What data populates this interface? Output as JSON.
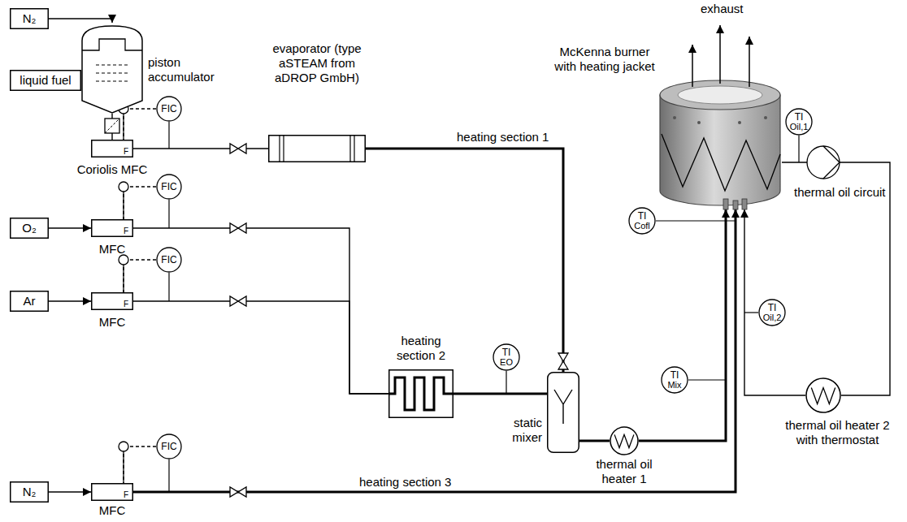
{
  "diagram": {
    "nodes": [
      {
        "text": [
          "N₂"
        ]
      },
      {
        "text": [
          "liquid fuel"
        ]
      },
      {
        "text": [
          "piston accumulator"
        ]
      },
      {
        "text": [
          "F",
          "Coriolis MFC"
        ]
      },
      {
        "text": [
          "FIC"
        ]
      },
      {
        "text": [
          "evaporator (type aSTEAM from aDROP GmbH)"
        ]
      },
      {
        "text": [
          "O₂"
        ]
      },
      {
        "text": [
          "F",
          "MFC"
        ]
      },
      {
        "text": [
          "FIC"
        ]
      },
      {
        "text": [
          "Ar"
        ]
      },
      {
        "text": [
          "F",
          "MFC"
        ]
      },
      {
        "text": [
          "FIC"
        ]
      },
      {
        "text": [
          "heating section 2"
        ]
      },
      {
        "text": [
          "TI",
          "EO"
        ]
      },
      {
        "text": [
          "static mixer"
        ]
      },
      {
        "text": [
          "thermal oil heater 1"
        ]
      },
      {
        "text": [
          "N₂"
        ]
      },
      {
        "text": [
          "F",
          "MFC"
        ]
      },
      {
        "text": [
          "FIC"
        ]
      },
      {
        "text": [
          "McKenna burner with heating jacket"
        ]
      },
      {
        "text": [
          "TI",
          "Cofl"
        ]
      },
      {
        "text": [
          "TI",
          "Oil,1"
        ]
      },
      {
        "text": [
          "TI",
          "Oil,2"
        ]
      },
      {
        "text": [
          "TI",
          "Mix"
        ]
      },
      {
        "text": [
          "thermal oil heater 2 with thermostat"
        ]
      }
    ],
    "edges": [
      {
        "from": 0,
        "to": 2,
        "arrow": "to"
      },
      {
        "from": 1,
        "to": 2,
        "arrow": "none"
      },
      {
        "from": 2,
        "to": 3,
        "arrow": "none"
      },
      {
        "from": 3,
        "to": 5,
        "arrow": "none"
      },
      {
        "from": 4,
        "to": 3,
        "arrow": "none"
      },
      {
        "from": 5,
        "to": 14,
        "arrow": "none"
      },
      {
        "from": 6,
        "to": 7,
        "arrow": "to"
      },
      {
        "from": 8,
        "to": 7,
        "arrow": "none"
      },
      {
        "from": 7,
        "to": 12,
        "arrow": "none"
      },
      {
        "from": 9,
        "to": 10,
        "arrow": "to"
      },
      {
        "from": 11,
        "to": 10,
        "arrow": "none"
      },
      {
        "from": 10,
        "to": 12,
        "arrow": "none"
      },
      {
        "from": 12,
        "to": 14,
        "arrow": "none"
      },
      {
        "from": 14,
        "to": 15,
        "arrow": "none"
      },
      {
        "from": 15,
        "to": 19,
        "arrow": "to"
      },
      {
        "from": 16,
        "to": 17,
        "arrow": "to"
      },
      {
        "from": 18,
        "to": 17,
        "arrow": "none"
      },
      {
        "from": 17,
        "to": 19,
        "arrow": "to"
      },
      {
        "from": 24,
        "to": 19,
        "arrow": "to"
      },
      {
        "from": 19,
        "to": 24,
        "arrow": "none"
      }
    ],
    "labels": [
      "heating section 1",
      "heating section 3",
      "exhaust",
      "thermal oil circuit"
    ]
  }
}
